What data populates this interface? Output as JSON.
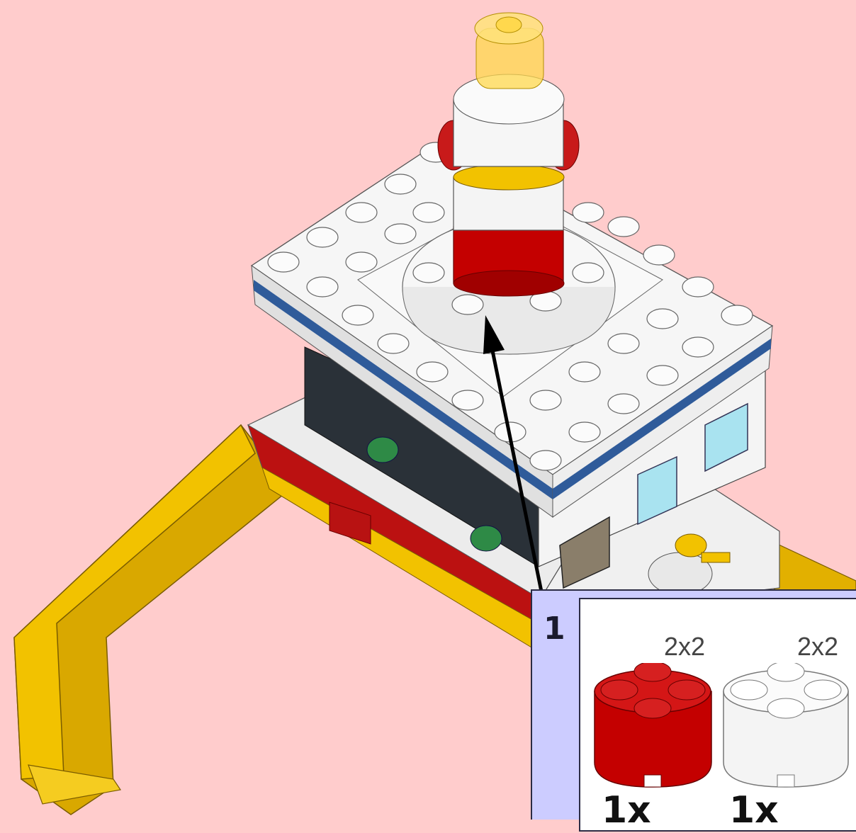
{
  "instruction": {
    "step_number": "1",
    "parts": [
      {
        "size": "2x2",
        "quantity": "1x",
        "color": "#c40000",
        "name": "red-round-brick-2x2"
      },
      {
        "size": "2x2",
        "quantity": "1x",
        "color": "#f4f4f4",
        "name": "white-round-brick-2x2"
      }
    ]
  },
  "colors": {
    "background": "#ffcccc",
    "callout": "#ccccff",
    "yellow": "#e6b800",
    "red": "#c40000",
    "white": "#f4f4f4",
    "blue": "#2f5b9a",
    "dark": "#2a3138"
  }
}
